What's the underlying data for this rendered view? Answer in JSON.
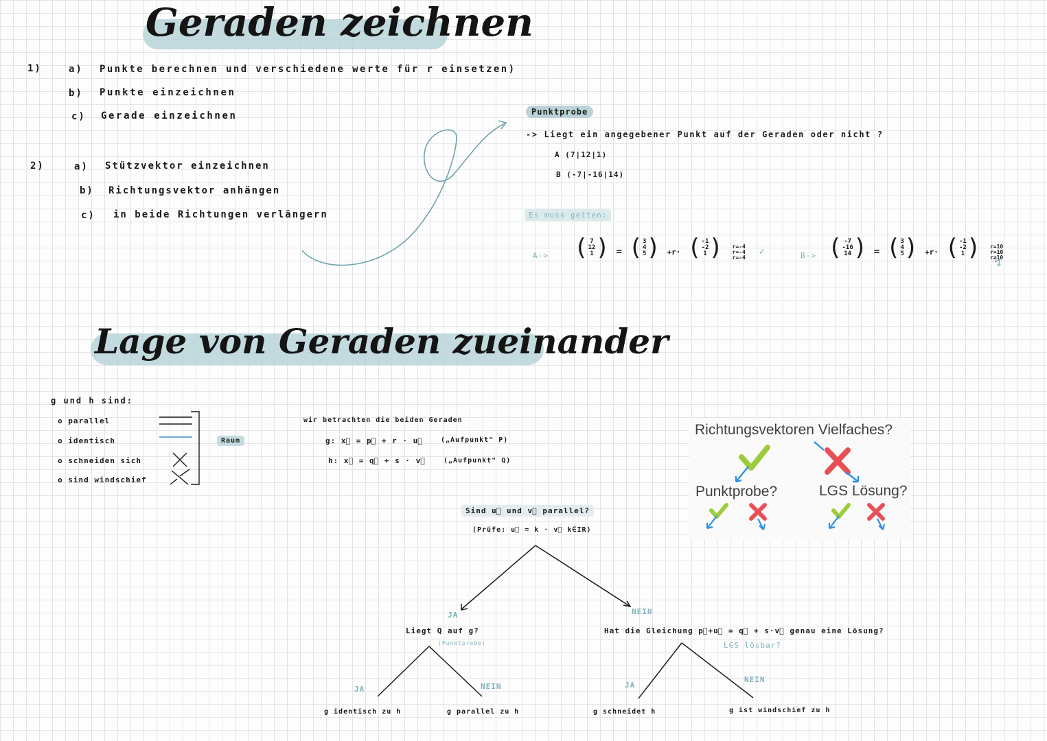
{
  "title1": "Geraden zeichnen",
  "section1": {
    "num": "1)",
    "items": [
      {
        "key": "a)",
        "text": "Punkte berechnen und verschiedene werte für r einsetzen)"
      },
      {
        "key": "b)",
        "text": "Punkte einzeichnen"
      },
      {
        "key": "c)",
        "text": "Gerade einzeichnen"
      }
    ]
  },
  "section2": {
    "num": "2)",
    "items": [
      {
        "key": "a)",
        "text": "Stützvektor einzeichnen"
      },
      {
        "key": "b)",
        "text": "Richtungsvektor anhängen"
      },
      {
        "key": "c)",
        "text": "in beide Richtungen verlängern"
      }
    ]
  },
  "punktprobe": {
    "label": "Punktprobe",
    "question": "-> Liegt ein angegebener Punkt auf der Geraden oder nicht ?",
    "pointA": "A (7|12|1)",
    "pointB": "B (-7|-16|14)",
    "mustHold": "Es muss gelten:",
    "aPrefix": "A->",
    "bPrefix": "B->",
    "aLhs": [
      "7",
      "12",
      "1"
    ],
    "aSup": [
      "3",
      "4",
      "5"
    ],
    "aDir": [
      "-1",
      "-2",
      "1"
    ],
    "aRes": [
      "r=-4",
      "r=-4",
      "r=-4"
    ],
    "aCheck": "✓",
    "bLhs": [
      "-7",
      "-16",
      "14"
    ],
    "bSup": [
      "3",
      "4",
      "5"
    ],
    "bDir": [
      "-1",
      "-2",
      "1"
    ],
    "bRes": [
      "r=10",
      "r=10",
      "r≠10"
    ],
    "bCross": "↯"
  },
  "title2": "Lage von Geraden zueinander",
  "lage": {
    "intro": "g und h sind:",
    "items": [
      "o parallel",
      "o identisch",
      "o schneiden sich",
      "o sind windschief"
    ],
    "raum": "Raum",
    "consider": "wir betrachten die beiden Geraden",
    "eqG": "g: x⃗ = p⃗ + r · u⃗",
    "eqH": "h: x⃗ = q⃗ + s · v⃗",
    "noteG": "(„Aufpunkt\" P)",
    "noteH": "(„Aufpunkt\" Q)"
  },
  "tree": {
    "root": "Sind u⃗ und v⃗ parallel?",
    "rootSub": "(Prüfe: u⃗ = k · v⃗ k∈IR)",
    "ja": "JA",
    "nein": "NEIN",
    "leftQ": "Liegt Q auf g?",
    "leftSub": "(Punktprobe)",
    "rightQ": "Hat die Gleichung p⃗+u⃗ = q⃗ + s·v⃗ genau eine Lösung?",
    "rightSub": "LGS lösbar?",
    "leaf1": "g identisch zu h",
    "leaf2": "g parallel zu h",
    "leaf3": "g schneidet h",
    "leaf4": "g ist windschief zu h"
  },
  "box": {
    "title": "Richtungsvektoren Vielfaches?",
    "left": "Punktprobe?",
    "right": "LGS Lösung?"
  },
  "colors": {
    "teal": "#6fa4ad",
    "green": "#9ccc3c",
    "red": "#e65056",
    "blue": "#2f8fe0"
  }
}
